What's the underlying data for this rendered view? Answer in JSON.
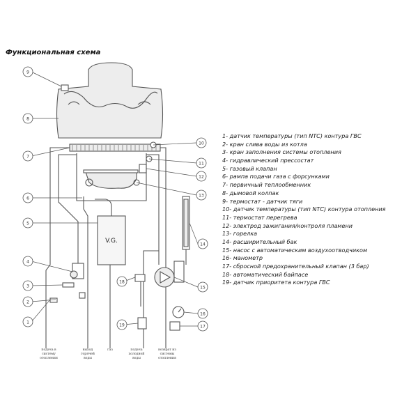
{
  "title": "Функциональная схема",
  "legend": [
    "1- датчик температуры (тип NTC) контура ГВС",
    "2- кран слива воды из котла",
    "3- кран заполнения системы отопления",
    "4- гидравлический прессостат",
    "5- газовый клапан",
    "6- рампа подачи газа с форсунками",
    "7- первичный теплообменник",
    "8- дымовой колпак",
    "9- термостат - датчик тяги",
    "10- датчик температуры (тип NTC) контура отопления",
    "11- термостат перегрева",
    "12- электрод зажигания/контроля пламени",
    "13- горелка",
    "14- расширительный бак",
    "15- насос с автоматическим воздухоотводчиком",
    "16- манометр",
    "17- сбросной предохранительный клапан (3 бар)",
    "18- автоматический байпасе",
    "19- датчик приоритета контура ГВС"
  ],
  "valve_label": "V.G.",
  "callouts": [
    "1",
    "2",
    "3",
    "4",
    "5",
    "6",
    "7",
    "8",
    "9",
    "10",
    "11",
    "12",
    "13",
    "14",
    "15",
    "16",
    "17",
    "18",
    "19"
  ],
  "bottom_labels": [
    [
      "подача в",
      "систему",
      "отопления"
    ],
    [
      "выход",
      "горячей",
      "воды"
    ],
    [
      "газ"
    ],
    [
      "подача",
      "холодной",
      "воды"
    ],
    [
      "возврат из",
      "системы",
      "отопления"
    ]
  ],
  "colors": {
    "line": "#555555",
    "fill": "#ededed",
    "text": "#1a1a1a"
  }
}
